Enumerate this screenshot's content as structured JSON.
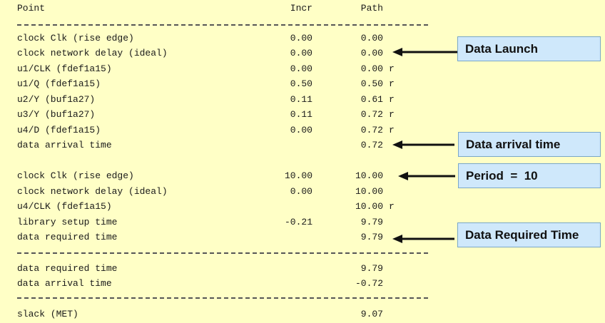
{
  "header": {
    "point": "Point",
    "incr": "Incr",
    "path": "Path"
  },
  "rows": [
    {
      "point": "clock Clk (rise edge)",
      "incr": "0.00",
      "path": "0.00",
      "flag": ""
    },
    {
      "point": "clock network delay (ideal)",
      "incr": "0.00",
      "path": "0.00",
      "flag": ""
    },
    {
      "point": "u1/CLK (fdef1a15)",
      "incr": "0.00",
      "path": "0.00",
      "flag": "r"
    },
    {
      "point": "u1/Q (fdef1a15)",
      "incr": "0.50",
      "path": "0.50",
      "flag": "r"
    },
    {
      "point": "u2/Y (buf1a27)",
      "incr": "0.11",
      "path": "0.61",
      "flag": "r"
    },
    {
      "point": "u3/Y (buf1a27)",
      "incr": "0.11",
      "path": "0.72",
      "flag": "r"
    },
    {
      "point": "u4/D (fdef1a15)",
      "incr": "0.00",
      "path": "0.72",
      "flag": "r"
    },
    {
      "point": "data arrival time",
      "incr": "",
      "path": "0.72",
      "flag": ""
    },
    {
      "point": "clock Clk (rise edge)",
      "incr": "10.00",
      "path": "10.00",
      "flag": ""
    },
    {
      "point": "clock network delay (ideal)",
      "incr": "0.00",
      "path": "10.00",
      "flag": ""
    },
    {
      "point": "u4/CLK (fdef1a15)",
      "incr": "",
      "path": "10.00",
      "flag": "r"
    },
    {
      "point": "library setup time",
      "incr": "-0.21",
      "path": "9.79",
      "flag": ""
    },
    {
      "point": "data required time",
      "incr": "",
      "path": "9.79",
      "flag": ""
    },
    {
      "point": "data required time",
      "incr": "",
      "path": "9.79",
      "flag": ""
    },
    {
      "point": "data arrival time",
      "incr": "",
      "path": "-0.72",
      "flag": ""
    },
    {
      "point": "slack (MET)",
      "incr": "",
      "path": "9.07",
      "flag": ""
    }
  ],
  "callouts": {
    "launch": "Data Launch",
    "arrival": "Data arrival time",
    "period": "Period  =  10",
    "required": "Data Required Time"
  }
}
